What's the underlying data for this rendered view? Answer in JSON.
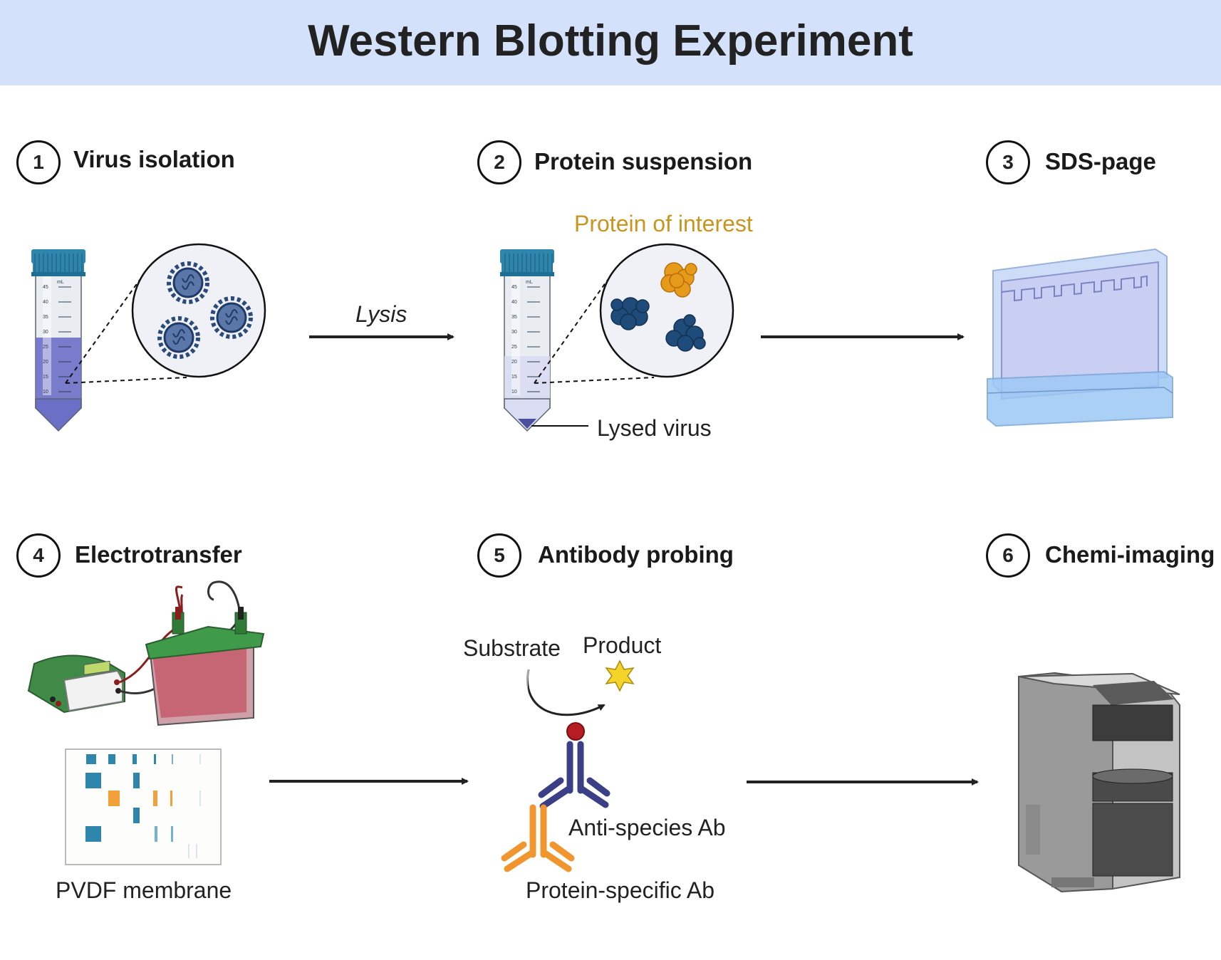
{
  "title": "Western Blotting Experiment",
  "colors": {
    "banner": "#d4e1fa",
    "arrow": "#222222",
    "highlight_text": "#c8951e",
    "tube_cap": "#2f86ad",
    "lysate": "#6b6fc6",
    "gel_tank": "#b7d3f7",
    "protein_orange": "#e59a1a",
    "protein_blue": "#1e4b7a"
  },
  "steps": [
    {
      "number": "1",
      "label": "Virus isolation"
    },
    {
      "number": "2",
      "label": "Protein suspension"
    },
    {
      "number": "3",
      "label": "SDS-page"
    },
    {
      "number": "4",
      "label": "Electrotransfer"
    },
    {
      "number": "5",
      "label": "Antibody probing"
    },
    {
      "number": "6",
      "label": "Chemi-imaging"
    }
  ],
  "labels": {
    "lysis": "Lysis",
    "protein_of_interest": "Protein of interest",
    "lysed_virus": "Lysed virus",
    "pvdf_membrane": "PVDF membrane",
    "substrate": "Substrate",
    "product": "Product",
    "anti_species_ab": "Anti-species Ab",
    "protein_specific_ab": "Protein-specific Ab"
  },
  "tube": {
    "unit": "mL",
    "ticks": [
      "45",
      "40",
      "35",
      "30",
      "25",
      "20",
      "15",
      "10"
    ]
  },
  "icons": [
    "falcon-tube-icon",
    "virus-icon",
    "protein-icon",
    "gel-tank-icon",
    "power-supply-icon",
    "transfer-tank-icon",
    "membrane-icon",
    "antibody-icon",
    "star-product-icon",
    "imager-icon"
  ]
}
